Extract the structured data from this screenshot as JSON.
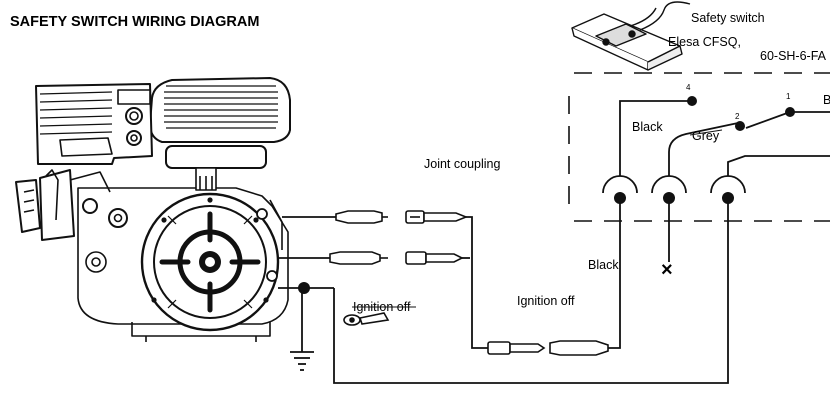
{
  "title": "SAFETY SWITCH WIRING DIAGRAM",
  "safety_switch": {
    "label": "Safety switch",
    "model_line1": "Elesa CFSQ,",
    "model_line2": "60-SH-6-FA"
  },
  "labels": {
    "joint_coupling": "Joint coupling",
    "ignition_off_left": "Ignition off",
    "ignition_off_right": "Ignition off",
    "black_top": "Black",
    "grey": "Grey",
    "black_bottom": "Black",
    "cut_off": "B"
  },
  "pins": {
    "pin_4": "4",
    "pin_2": "2",
    "pin_1": "1"
  },
  "symbols": {
    "open_end": "×"
  }
}
